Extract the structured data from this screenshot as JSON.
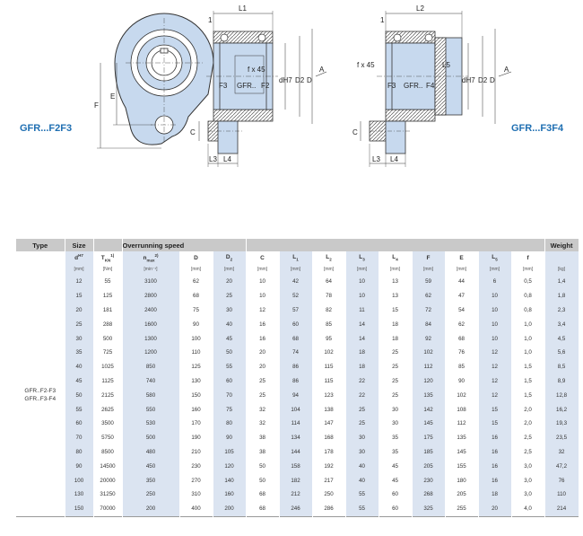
{
  "drawing": {
    "left_model": "GFR...F2F3",
    "right_model": "GFR...F3F4",
    "labels": {
      "L1": "L1",
      "L2": "L2",
      "one": "1",
      "fx45": "f x 45",
      "dH7": "dH7",
      "D2": "D2",
      "D": "D",
      "A": "A",
      "F3": "F3",
      "F2": "F2",
      "F4": "F4",
      "GFR": "GFR..",
      "L5": "L5",
      "F": "F",
      "E": "E",
      "C": "C",
      "L3": "L3",
      "L4": "L4"
    }
  },
  "table": {
    "headers": {
      "type": "Type",
      "size": "Size",
      "overrunning_speed": "Overrunning speed",
      "weight": "Weight"
    },
    "columns": [
      {
        "label": "d",
        "sup": "H7",
        "unit": "[mm]"
      },
      {
        "label": "T",
        "sub": "KN",
        "sup": "1)",
        "unit": "[Nm]"
      },
      {
        "label": "n",
        "sub": "max",
        "sup": "2)",
        "unit": "[min⁻¹]"
      },
      {
        "label": "D",
        "unit": "[mm]"
      },
      {
        "label": "D",
        "sub": "2",
        "unit": "[mm]"
      },
      {
        "label": "C",
        "unit": "[mm]"
      },
      {
        "label": "L",
        "sub": "1",
        "unit": "[mm]"
      },
      {
        "label": "L",
        "sub": "2",
        "unit": "[mm]"
      },
      {
        "label": "L",
        "sub": "3",
        "unit": "[mm]"
      },
      {
        "label": "L",
        "sub": "4",
        "unit": "[mm]"
      },
      {
        "label": "F",
        "unit": "[mm]"
      },
      {
        "label": "E",
        "unit": "[mm]"
      },
      {
        "label": "L",
        "sub": "5",
        "unit": "[mm]"
      },
      {
        "label": "f",
        "unit": "[mm]"
      },
      {
        "label": "",
        "unit": "[kg]"
      }
    ],
    "type_lines": [
      "GFR..F2-F3",
      "GFR..F3-F4"
    ],
    "rows": [
      [
        "12",
        "55",
        "3100",
        "62",
        "20",
        "10",
        "42",
        "64",
        "10",
        "13",
        "59",
        "44",
        "6",
        "0,5",
        "1,4"
      ],
      [
        "15",
        "125",
        "2800",
        "68",
        "25",
        "10",
        "52",
        "78",
        "10",
        "13",
        "62",
        "47",
        "10",
        "0,8",
        "1,8"
      ],
      [
        "20",
        "181",
        "2400",
        "75",
        "30",
        "12",
        "57",
        "82",
        "11",
        "15",
        "72",
        "54",
        "10",
        "0,8",
        "2,3"
      ],
      [
        "25",
        "288",
        "1600",
        "90",
        "40",
        "16",
        "60",
        "85",
        "14",
        "18",
        "84",
        "62",
        "10",
        "1,0",
        "3,4"
      ],
      [
        "30",
        "500",
        "1300",
        "100",
        "45",
        "16",
        "68",
        "95",
        "14",
        "18",
        "92",
        "68",
        "10",
        "1,0",
        "4,5"
      ],
      [
        "35",
        "725",
        "1200",
        "110",
        "50",
        "20",
        "74",
        "102",
        "18",
        "25",
        "102",
        "76",
        "12",
        "1,0",
        "5,6"
      ],
      [
        "40",
        "1025",
        "850",
        "125",
        "55",
        "20",
        "86",
        "115",
        "18",
        "25",
        "112",
        "85",
        "12",
        "1,5",
        "8,5"
      ],
      [
        "45",
        "1125",
        "740",
        "130",
        "60",
        "25",
        "86",
        "115",
        "22",
        "25",
        "120",
        "90",
        "12",
        "1,5",
        "8,9"
      ],
      [
        "50",
        "2125",
        "580",
        "150",
        "70",
        "25",
        "94",
        "123",
        "22",
        "25",
        "135",
        "102",
        "12",
        "1,5",
        "12,8"
      ],
      [
        "55",
        "2625",
        "550",
        "160",
        "75",
        "32",
        "104",
        "138",
        "25",
        "30",
        "142",
        "108",
        "15",
        "2,0",
        "16,2"
      ],
      [
        "60",
        "3500",
        "530",
        "170",
        "80",
        "32",
        "114",
        "147",
        "25",
        "30",
        "145",
        "112",
        "15",
        "2,0",
        "19,3"
      ],
      [
        "70",
        "5750",
        "500",
        "190",
        "90",
        "38",
        "134",
        "168",
        "30",
        "35",
        "175",
        "135",
        "16",
        "2,5",
        "23,5"
      ],
      [
        "80",
        "8500",
        "480",
        "210",
        "105",
        "38",
        "144",
        "178",
        "30",
        "35",
        "185",
        "145",
        "16",
        "2,5",
        "32"
      ],
      [
        "90",
        "14500",
        "450",
        "230",
        "120",
        "50",
        "158",
        "192",
        "40",
        "45",
        "205",
        "155",
        "16",
        "3,0",
        "47,2"
      ],
      [
        "100",
        "20000",
        "350",
        "270",
        "140",
        "50",
        "182",
        "217",
        "40",
        "45",
        "230",
        "180",
        "16",
        "3,0",
        "76"
      ],
      [
        "130",
        "31250",
        "250",
        "310",
        "160",
        "68",
        "212",
        "250",
        "55",
        "60",
        "268",
        "205",
        "18",
        "3,0",
        "110"
      ],
      [
        "150",
        "70000",
        "200",
        "400",
        "200",
        "68",
        "246",
        "286",
        "55",
        "60",
        "325",
        "255",
        "20",
        "4,0",
        "214"
      ]
    ],
    "colors": {
      "header_bg": "#c9c9c9",
      "stripe_bg": "#dbe4f1",
      "part_blue": "#c7d9ee",
      "hatch": "#555555"
    }
  }
}
